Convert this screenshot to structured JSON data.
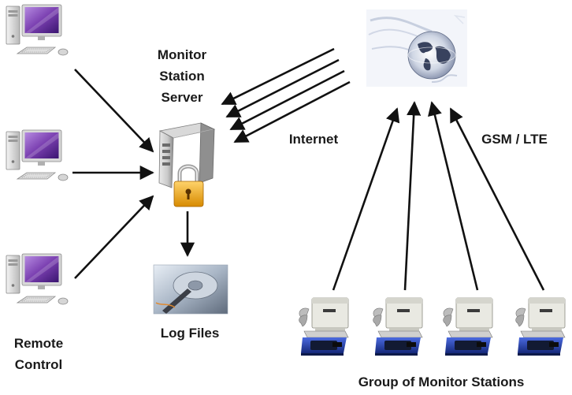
{
  "labels": {
    "server": [
      "Monitor",
      "Station",
      "Server"
    ],
    "internet": "Internet",
    "gsm": "GSM / LTE",
    "log_files": "Log Files",
    "remote_control": [
      "Remote",
      "Control"
    ],
    "group": "Group of Monitor Stations"
  },
  "icons": {
    "computer": "desktop-computer-icon",
    "server": "server-tower-icon",
    "lock": "padlock-icon",
    "globe": "internet-globe-icon",
    "harddrive": "hard-drive-icon",
    "station": "monitor-station-icon"
  },
  "colors": {
    "arrow": "#111111",
    "screen": "#7a3fb0",
    "lock": "#f0a020",
    "station_blue": "#2646a8"
  }
}
